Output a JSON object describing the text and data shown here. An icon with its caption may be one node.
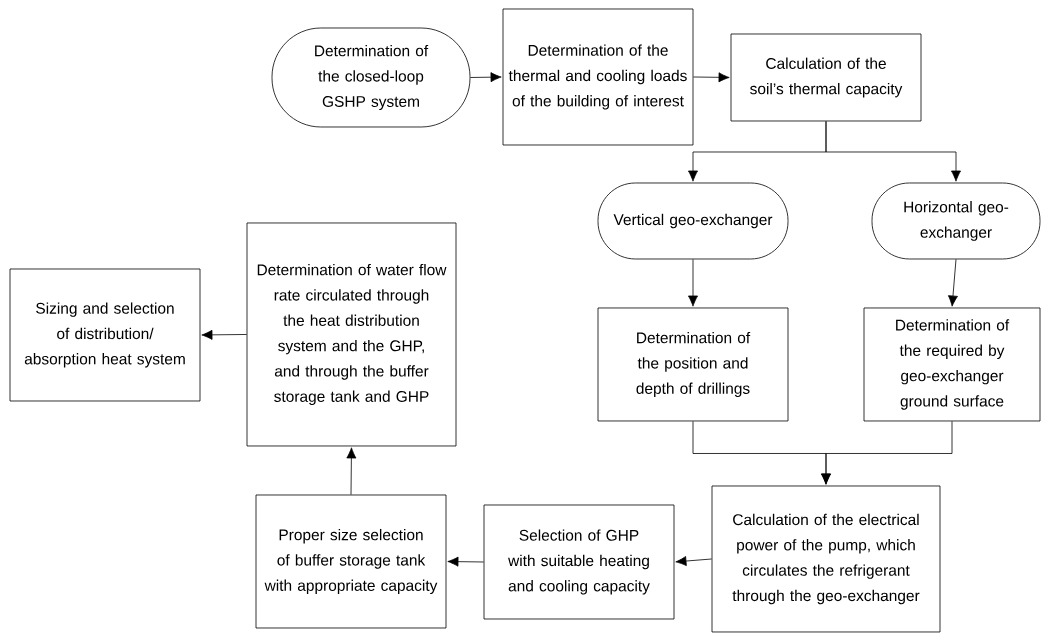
{
  "diagram": {
    "nodes": [
      {
        "text": [
          "Determination of the closed-loop GSHP system"
        ]
      },
      {
        "text": [
          "Determination of the thermal and cooling loads of the building of interest"
        ]
      },
      {
        "text": [
          "Calculation of the soil’s thermal capacity"
        ]
      },
      {
        "text": [
          "Vertical geo-exchanger"
        ]
      },
      {
        "text": [
          "Horizontal geo-exchanger"
        ]
      },
      {
        "text": [
          "Determination of the position and depth of drillings"
        ]
      },
      {
        "text": [
          "Determination of the required by geo-exchanger ground surface"
        ]
      },
      {
        "text": [
          "Calculation of the electrical power of the pump, which circulates the refrigerant through the geo-exchanger"
        ]
      },
      {
        "text": [
          "Selection of GHP with suitable heating and cooling capacity"
        ]
      },
      {
        "text": [
          "Proper size selection of buffer storage tank with appropriate capacity"
        ]
      },
      {
        "text": [
          "Determination of water flow rate circulated through the heat distribution system and the GHP, and through the buffer storage tank and GHP"
        ]
      },
      {
        "text": [
          "Sizing and selection of distribution/ absorption heat system"
        ]
      }
    ],
    "edges": [
      {
        "from": 0,
        "to": 1,
        "arrow": "to"
      },
      {
        "from": 1,
        "to": 2,
        "arrow": "to"
      },
      {
        "from": 2,
        "to": 3,
        "arrow": "to"
      },
      {
        "from": 2,
        "to": 4,
        "arrow": "to"
      },
      {
        "from": 3,
        "to": 5,
        "arrow": "to"
      },
      {
        "from": 4,
        "to": 6,
        "arrow": "to"
      },
      {
        "from": 5,
        "to": 7,
        "arrow": "to"
      },
      {
        "from": 6,
        "to": 7,
        "arrow": "to"
      },
      {
        "from": 7,
        "to": 8,
        "arrow": "to"
      },
      {
        "from": 8,
        "to": 9,
        "arrow": "to"
      },
      {
        "from": 9,
        "to": 10,
        "arrow": "to"
      },
      {
        "from": 10,
        "to": 11,
        "arrow": "to"
      }
    ]
  }
}
